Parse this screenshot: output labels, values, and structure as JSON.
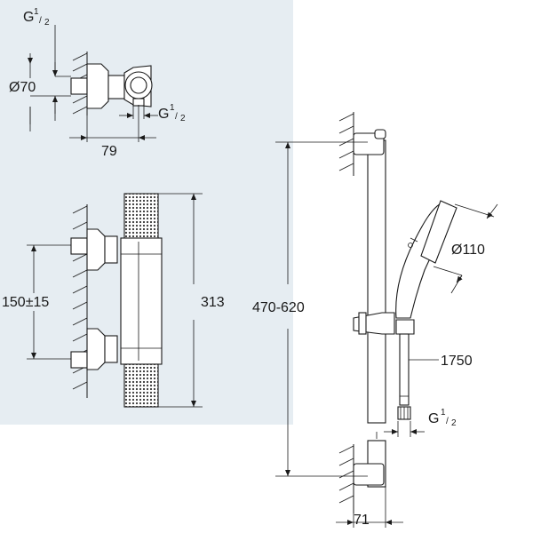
{
  "drawing": {
    "background_shade": "#e6edf2",
    "line_color": "#1a1a1a",
    "top_view": {
      "thread_top": {
        "letter": "G",
        "num": "1",
        "den": "2"
      },
      "diameter": "Ø70",
      "thread_bottom": {
        "letter": "G",
        "num": "1",
        "den": "2"
      },
      "depth": "79"
    },
    "mixer_front": {
      "spacing": "150±15",
      "height": "313"
    },
    "shower_set": {
      "rail_length": "470-620",
      "head_diameter": "Ø110",
      "hose_length": "1750",
      "thread": {
        "letter": "G",
        "num": "1",
        "den": "2"
      },
      "projection": "71"
    }
  }
}
